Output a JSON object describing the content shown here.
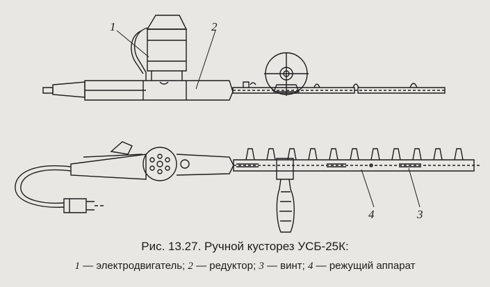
{
  "figure": {
    "callouts": [
      "1",
      "2",
      "3",
      "4"
    ],
    "caption": "Рис. 13.27. Ручной кусторез УСБ-25К:",
    "legend": [
      {
        "num": "1",
        "text": " — электродвигатель; "
      },
      {
        "num": "2",
        "text": " — редуктор; "
      },
      {
        "num": "3",
        "text": " — винт; "
      },
      {
        "num": "4",
        "text": " — режущий аппарат"
      }
    ]
  },
  "colors": {
    "ink": "#1c1c1c",
    "paper": "#e9e7e3"
  }
}
